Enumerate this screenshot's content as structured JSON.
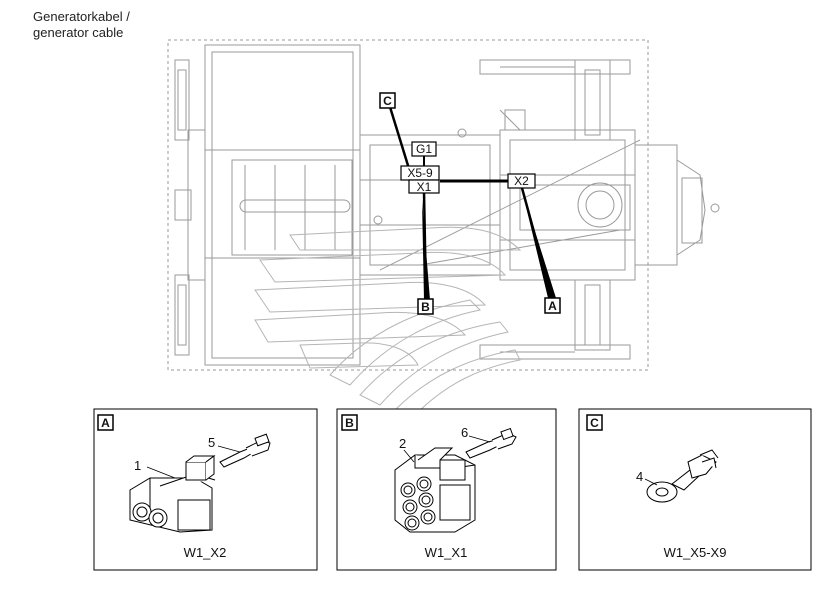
{
  "title": {
    "line1": "Generatorkabel /",
    "line2": "generator cable"
  },
  "callouts": {
    "a": "A",
    "b": "B",
    "c": "C",
    "g1": "G1",
    "x5_9": "X5-9",
    "x1": "X1",
    "x2": "X2"
  },
  "details": [
    {
      "tag": "A",
      "caption": "W1_X2",
      "parts": [
        "1",
        "5"
      ]
    },
    {
      "tag": "B",
      "caption": "W1_X1",
      "parts": [
        "2",
        "6"
      ]
    },
    {
      "tag": "C",
      "caption": "W1_X5-X9",
      "parts": [
        "4"
      ]
    }
  ]
}
